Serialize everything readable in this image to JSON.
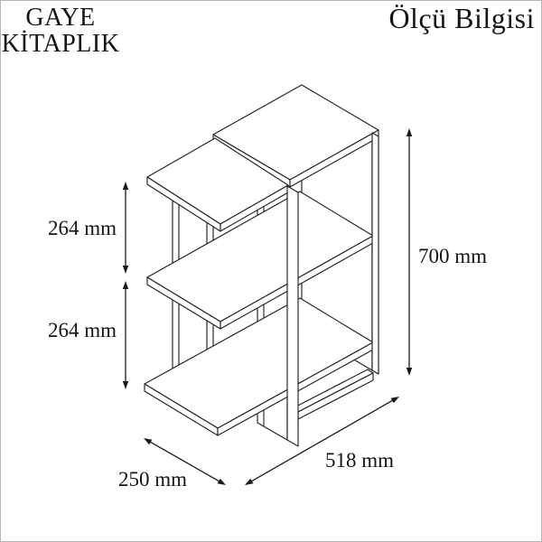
{
  "page": {
    "background": "#ffffff",
    "border_color": "#b5b5b5",
    "line_color": "#222222",
    "text_color": "#151515"
  },
  "header": {
    "brand_line1": "GAYE",
    "brand_line2": "KİTAPLIK",
    "info_title": "Ölçü Bilgisi"
  },
  "drawing": {
    "subject": "isometric wireframe of bookshelf with cantilevered shelves",
    "style": "black line art on white"
  },
  "dimension_labels": {
    "height": "700 mm",
    "width": "518 mm",
    "depth": "250 mm",
    "gap_upper": "264 mm",
    "gap_lower": "264 mm"
  }
}
